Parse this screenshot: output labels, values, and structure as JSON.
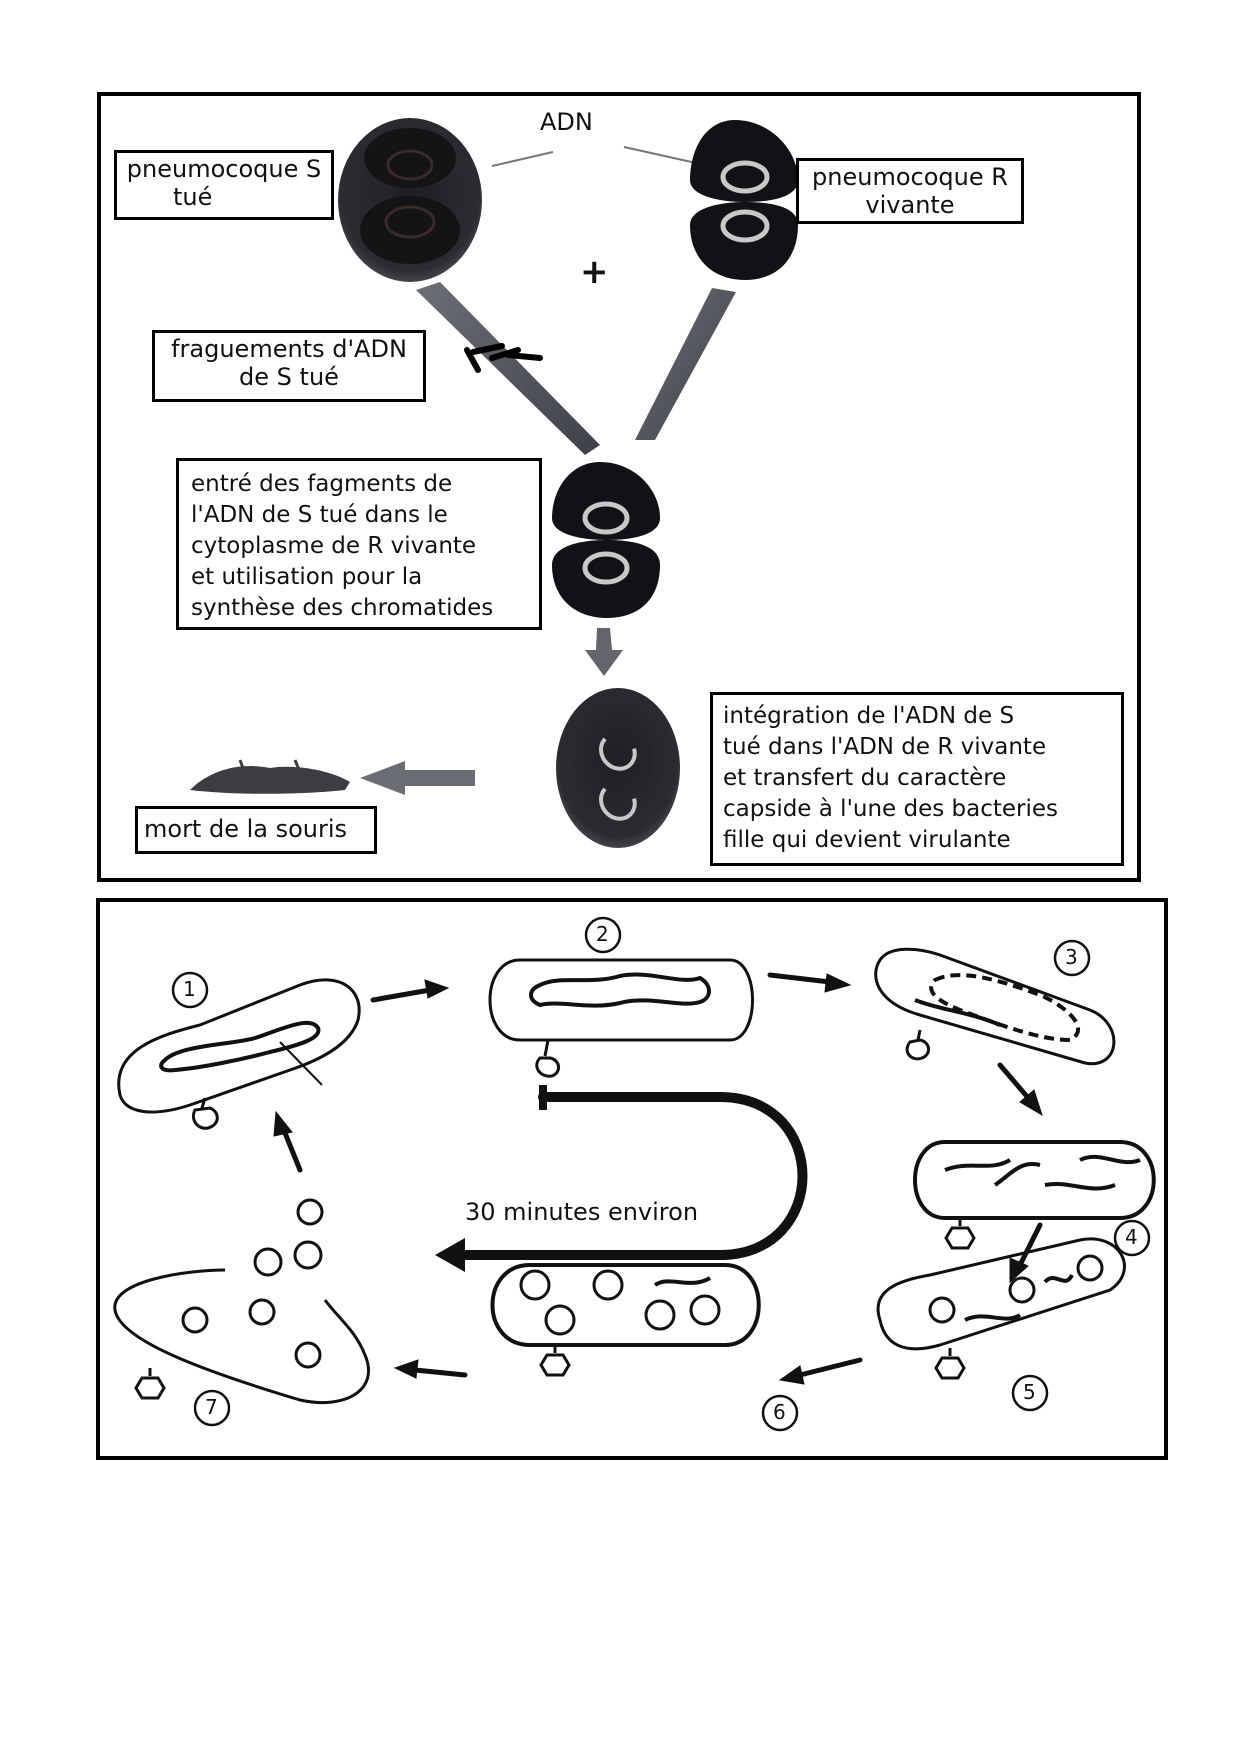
{
  "panel_top": {
    "title": "Transformation bactérienne (pneumocoque)",
    "dna_label": "ADN",
    "plus_sign": "+",
    "labels": {
      "s_killed": [
        "pneumocoque S",
        "tué"
      ],
      "r_living": [
        "pneumocoque R",
        "vivante"
      ],
      "fragments": [
        "fraguements d'ADN",
        "de S tué"
      ],
      "entry": [
        "entré des fagments de",
        "l'ADN de S tué dans le",
        "cytoplasme de R vivante",
        "et utilisation pour la",
        "synthèse des chromatides"
      ],
      "integration": [
        "intégration de l'ADN de S",
        "tué dans l'ADN de R vivante",
        "et transfert du caractère",
        "capside à l'une des bacteries",
        "fille qui devient virulante"
      ],
      "mouse_death": "mort de la souris"
    }
  },
  "panel_bottom": {
    "title": "Cycle lytique d'un bactériophage",
    "duration_label": "30 minutes environ",
    "steps": [
      "1",
      "2",
      "3",
      "4",
      "5",
      "6",
      "7"
    ]
  },
  "colors": {
    "ink": "#111111",
    "cell_dark": "#1a1a1f",
    "arrow_gray": "#55585e",
    "background": "#ffffff"
  }
}
